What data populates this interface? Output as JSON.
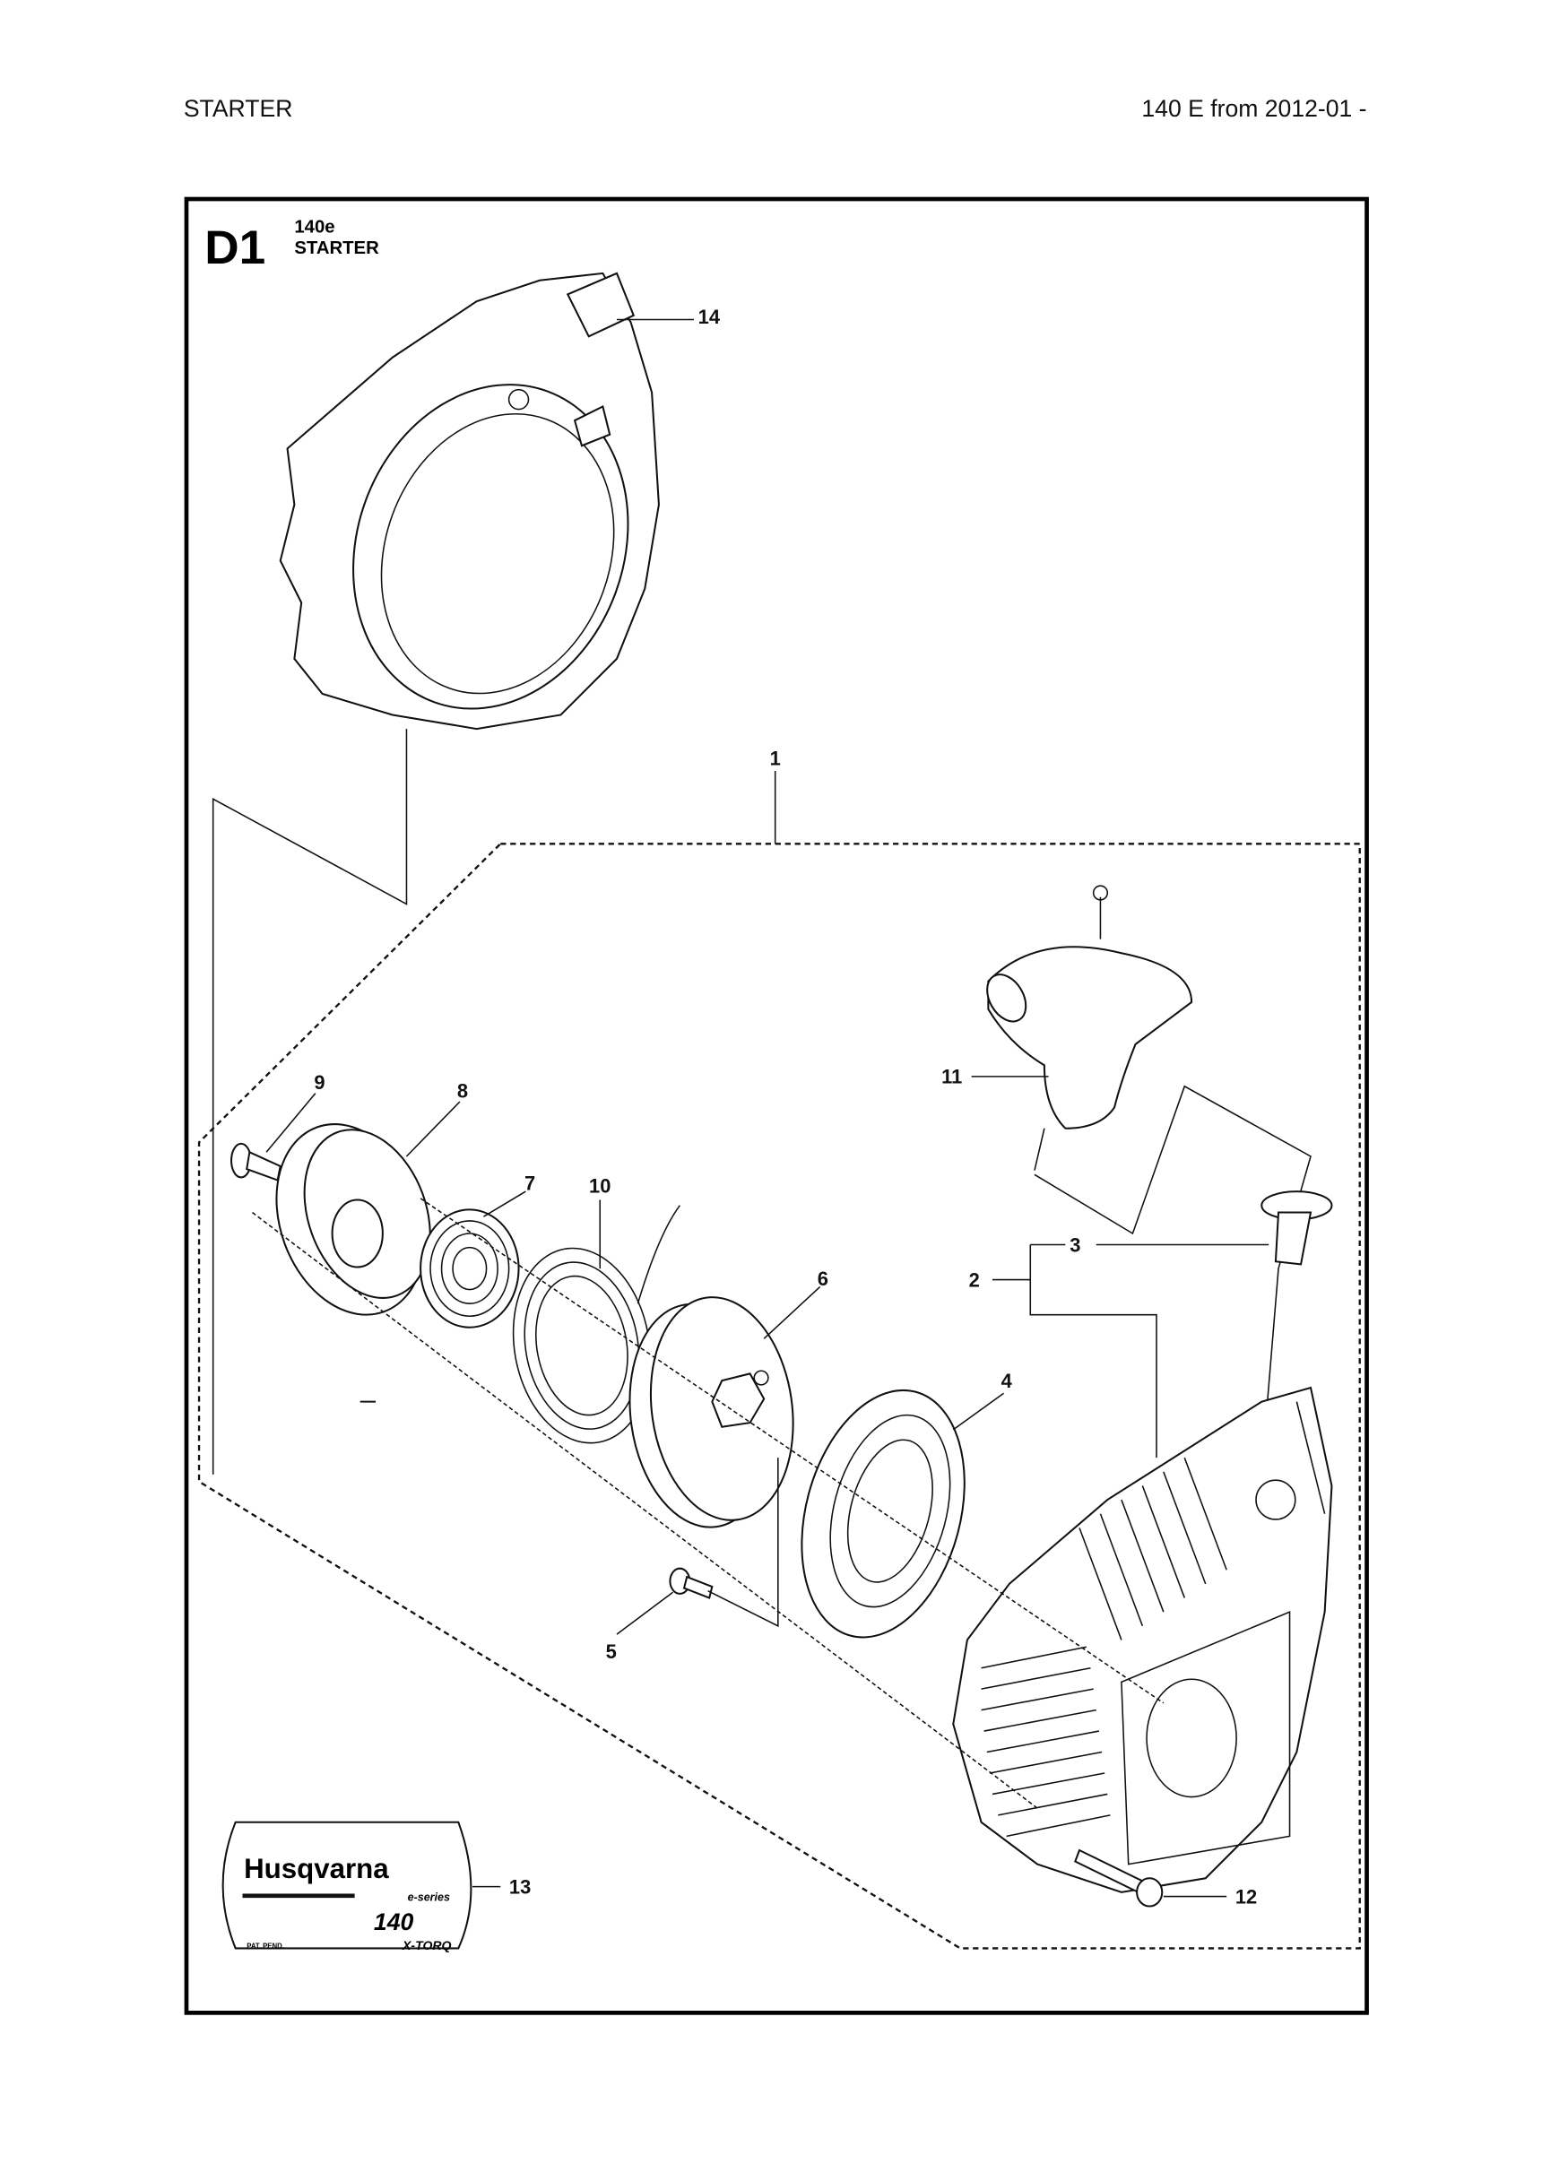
{
  "header": {
    "section": "STARTER",
    "model_range": "140 E from 2012-01 -"
  },
  "diagram": {
    "code": "D1",
    "model": "140e",
    "title": "STARTER",
    "callouts": [
      "1",
      "2",
      "3",
      "4",
      "5",
      "6",
      "7",
      "8",
      "9",
      "10",
      "11",
      "12",
      "13",
      "14"
    ],
    "decal": {
      "brand": "Husqvarna",
      "series": "e-series",
      "model": "140",
      "patent": "PAT. PEND.",
      "engine": "X-TORQ"
    }
  }
}
